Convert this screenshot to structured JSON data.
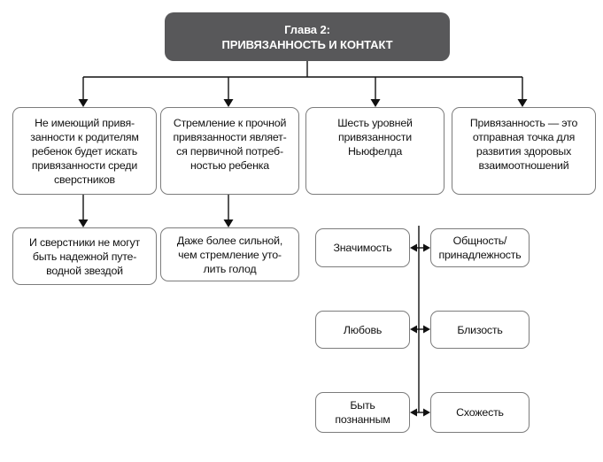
{
  "title": {
    "line1": "Глава 2:",
    "line2": "ПРИВЯЗАННОСТЬ И КОНТАКТ"
  },
  "level1": {
    "box1": "Не имеющий привя-\nзанности к родителям\nребенок будет искать\nпривязанности среди\nсверстников",
    "box2": "Стремление к прочной\nпривязанности являет-\nся первичной потреб-\nностью ребенка",
    "box3": "Шесть уровней\nпривязанности\nНьюфелда",
    "box4": "Привязанность — это\nотправная точка для\nразвития здоровых\nвзаимоотношений"
  },
  "level2": {
    "box1": "И сверстники не могут\nбыть надежной путе-\nводной звездой",
    "box2": "Даже более сильной,\nчем стремление уто-\nлить голод"
  },
  "attachment_levels": {
    "pair1": {
      "left": "Значимость",
      "right": "Общность/\nпринадлежность"
    },
    "pair2": {
      "left": "Любовь",
      "right": "Близость"
    },
    "pair3": {
      "left": "Быть\nпознанным",
      "right": "Схожесть"
    }
  },
  "colors": {
    "header_bg": "#58585a",
    "header_text": "#ffffff",
    "box_border": "#7c7c7c",
    "line": "#111111"
  }
}
